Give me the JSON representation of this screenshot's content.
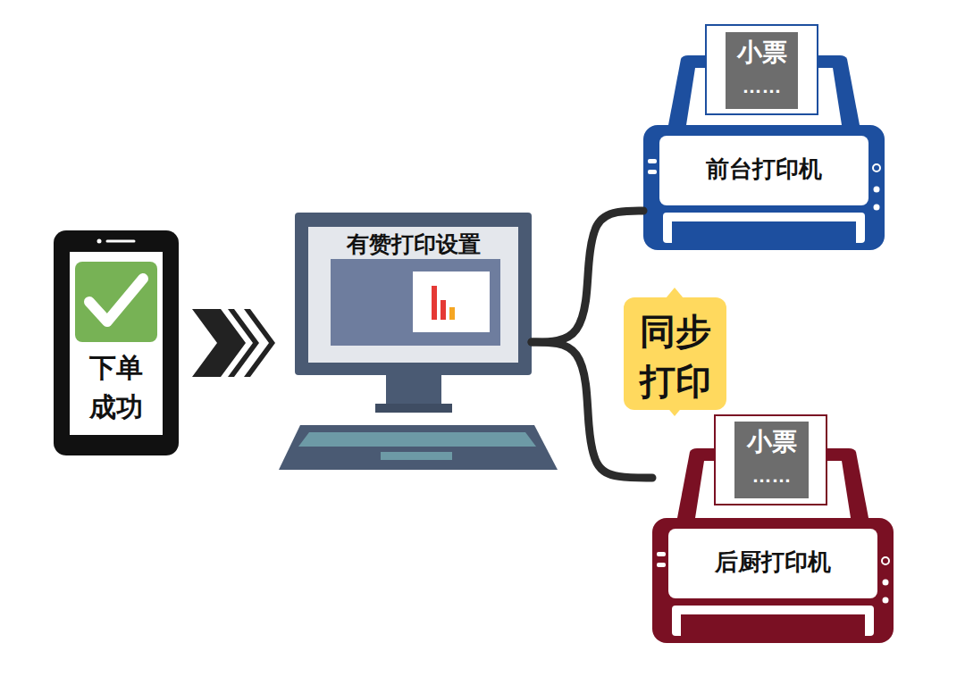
{
  "diagram": {
    "nodes": [
      {
        "text": [
          "下单 成功"
        ]
      },
      {
        "text": [
          "有赞打印设置"
        ]
      },
      {
        "text": [
          "小票",
          "……"
        ]
      },
      {
        "text": [
          "前台打印机"
        ]
      },
      {
        "text": [
          "同步 打印"
        ]
      },
      {
        "text": [
          "小票",
          "……"
        ]
      },
      {
        "text": [
          "后厨打印机"
        ]
      }
    ],
    "edges": [
      {
        "from": 0,
        "to": 1,
        "arrow": "to"
      },
      {
        "from": 1,
        "to": 3,
        "arrow": "none"
      },
      {
        "from": 1,
        "to": 6,
        "arrow": "none"
      }
    ]
  }
}
